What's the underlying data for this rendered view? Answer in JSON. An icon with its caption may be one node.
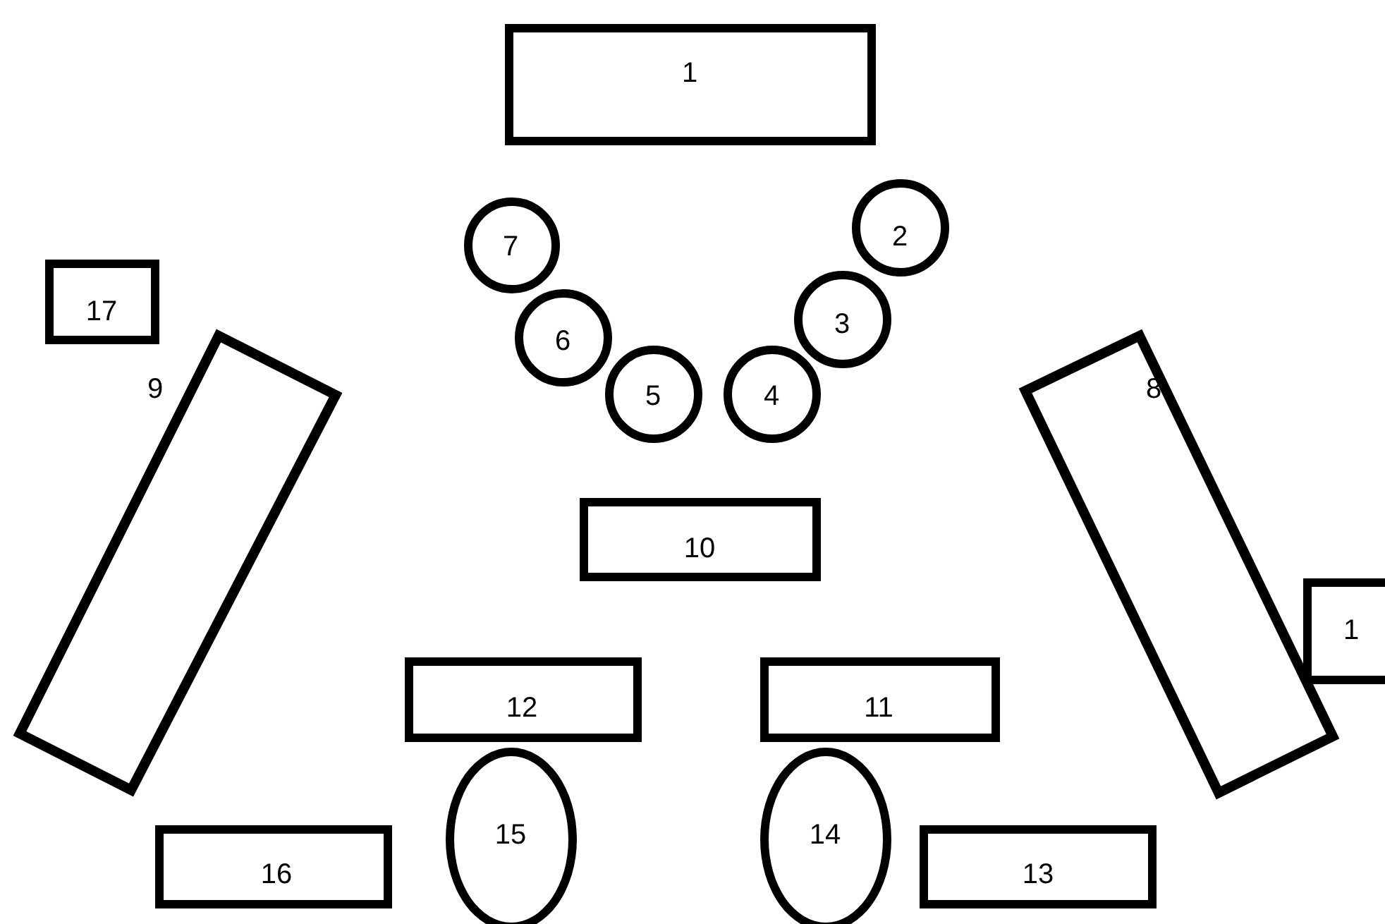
{
  "diagram": {
    "nodes": [
      {
        "text": [
          "1"
        ]
      },
      {
        "text": [
          "7"
        ]
      },
      {
        "text": [
          "2"
        ]
      },
      {
        "text": [
          "17"
        ]
      },
      {
        "text": [
          "6"
        ]
      },
      {
        "text": [
          "3"
        ]
      },
      {
        "text": [
          "9"
        ]
      },
      {
        "text": [
          "5"
        ]
      },
      {
        "text": [
          "4"
        ]
      },
      {
        "text": [
          "8"
        ]
      },
      {
        "text": [
          "10"
        ]
      },
      {
        "text": [
          "1"
        ]
      },
      {
        "text": [
          "12"
        ]
      },
      {
        "text": [
          "11"
        ]
      },
      {
        "text": [
          "15"
        ]
      },
      {
        "text": [
          "14"
        ]
      },
      {
        "text": [
          "16"
        ]
      },
      {
        "text": [
          "13"
        ]
      }
    ]
  }
}
